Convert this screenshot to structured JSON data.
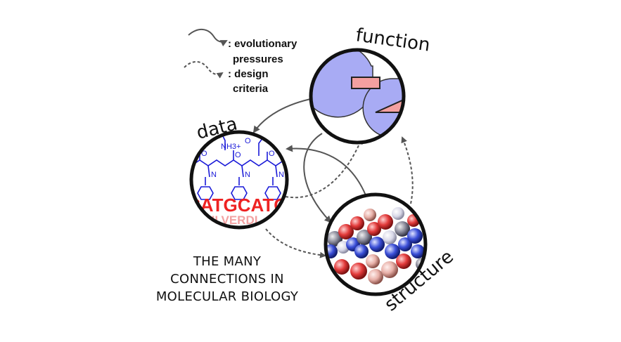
{
  "legend": {
    "solid_label_line1": ": evolutionary",
    "solid_label_line2": "pressures",
    "dashed_label_line1": ": design",
    "dashed_label_line2": "criteria"
  },
  "nodes": {
    "function": {
      "label": "function"
    },
    "data": {
      "label": "data",
      "dna_sequence": "CATGCATG",
      "protein_sequence": "KFILVERDI",
      "chem_labels": [
        "NH3+",
        "O",
        "N"
      ]
    },
    "structure": {
      "label": "structure"
    }
  },
  "caption": {
    "line1": "THE MANY",
    "line2": "CONNECTIONS IN",
    "line3": "MOLECULAR BIOLOGY"
  },
  "colors": {
    "solid_arrow": "#555555",
    "dashed_arrow": "#555555",
    "enzyme_fill": "#a8abf4",
    "substrate_fill": "#f4a0a0",
    "chem_color": "#1a1ad8",
    "dna_color": "#ee2222",
    "protein_color": "#f2a2a2"
  }
}
